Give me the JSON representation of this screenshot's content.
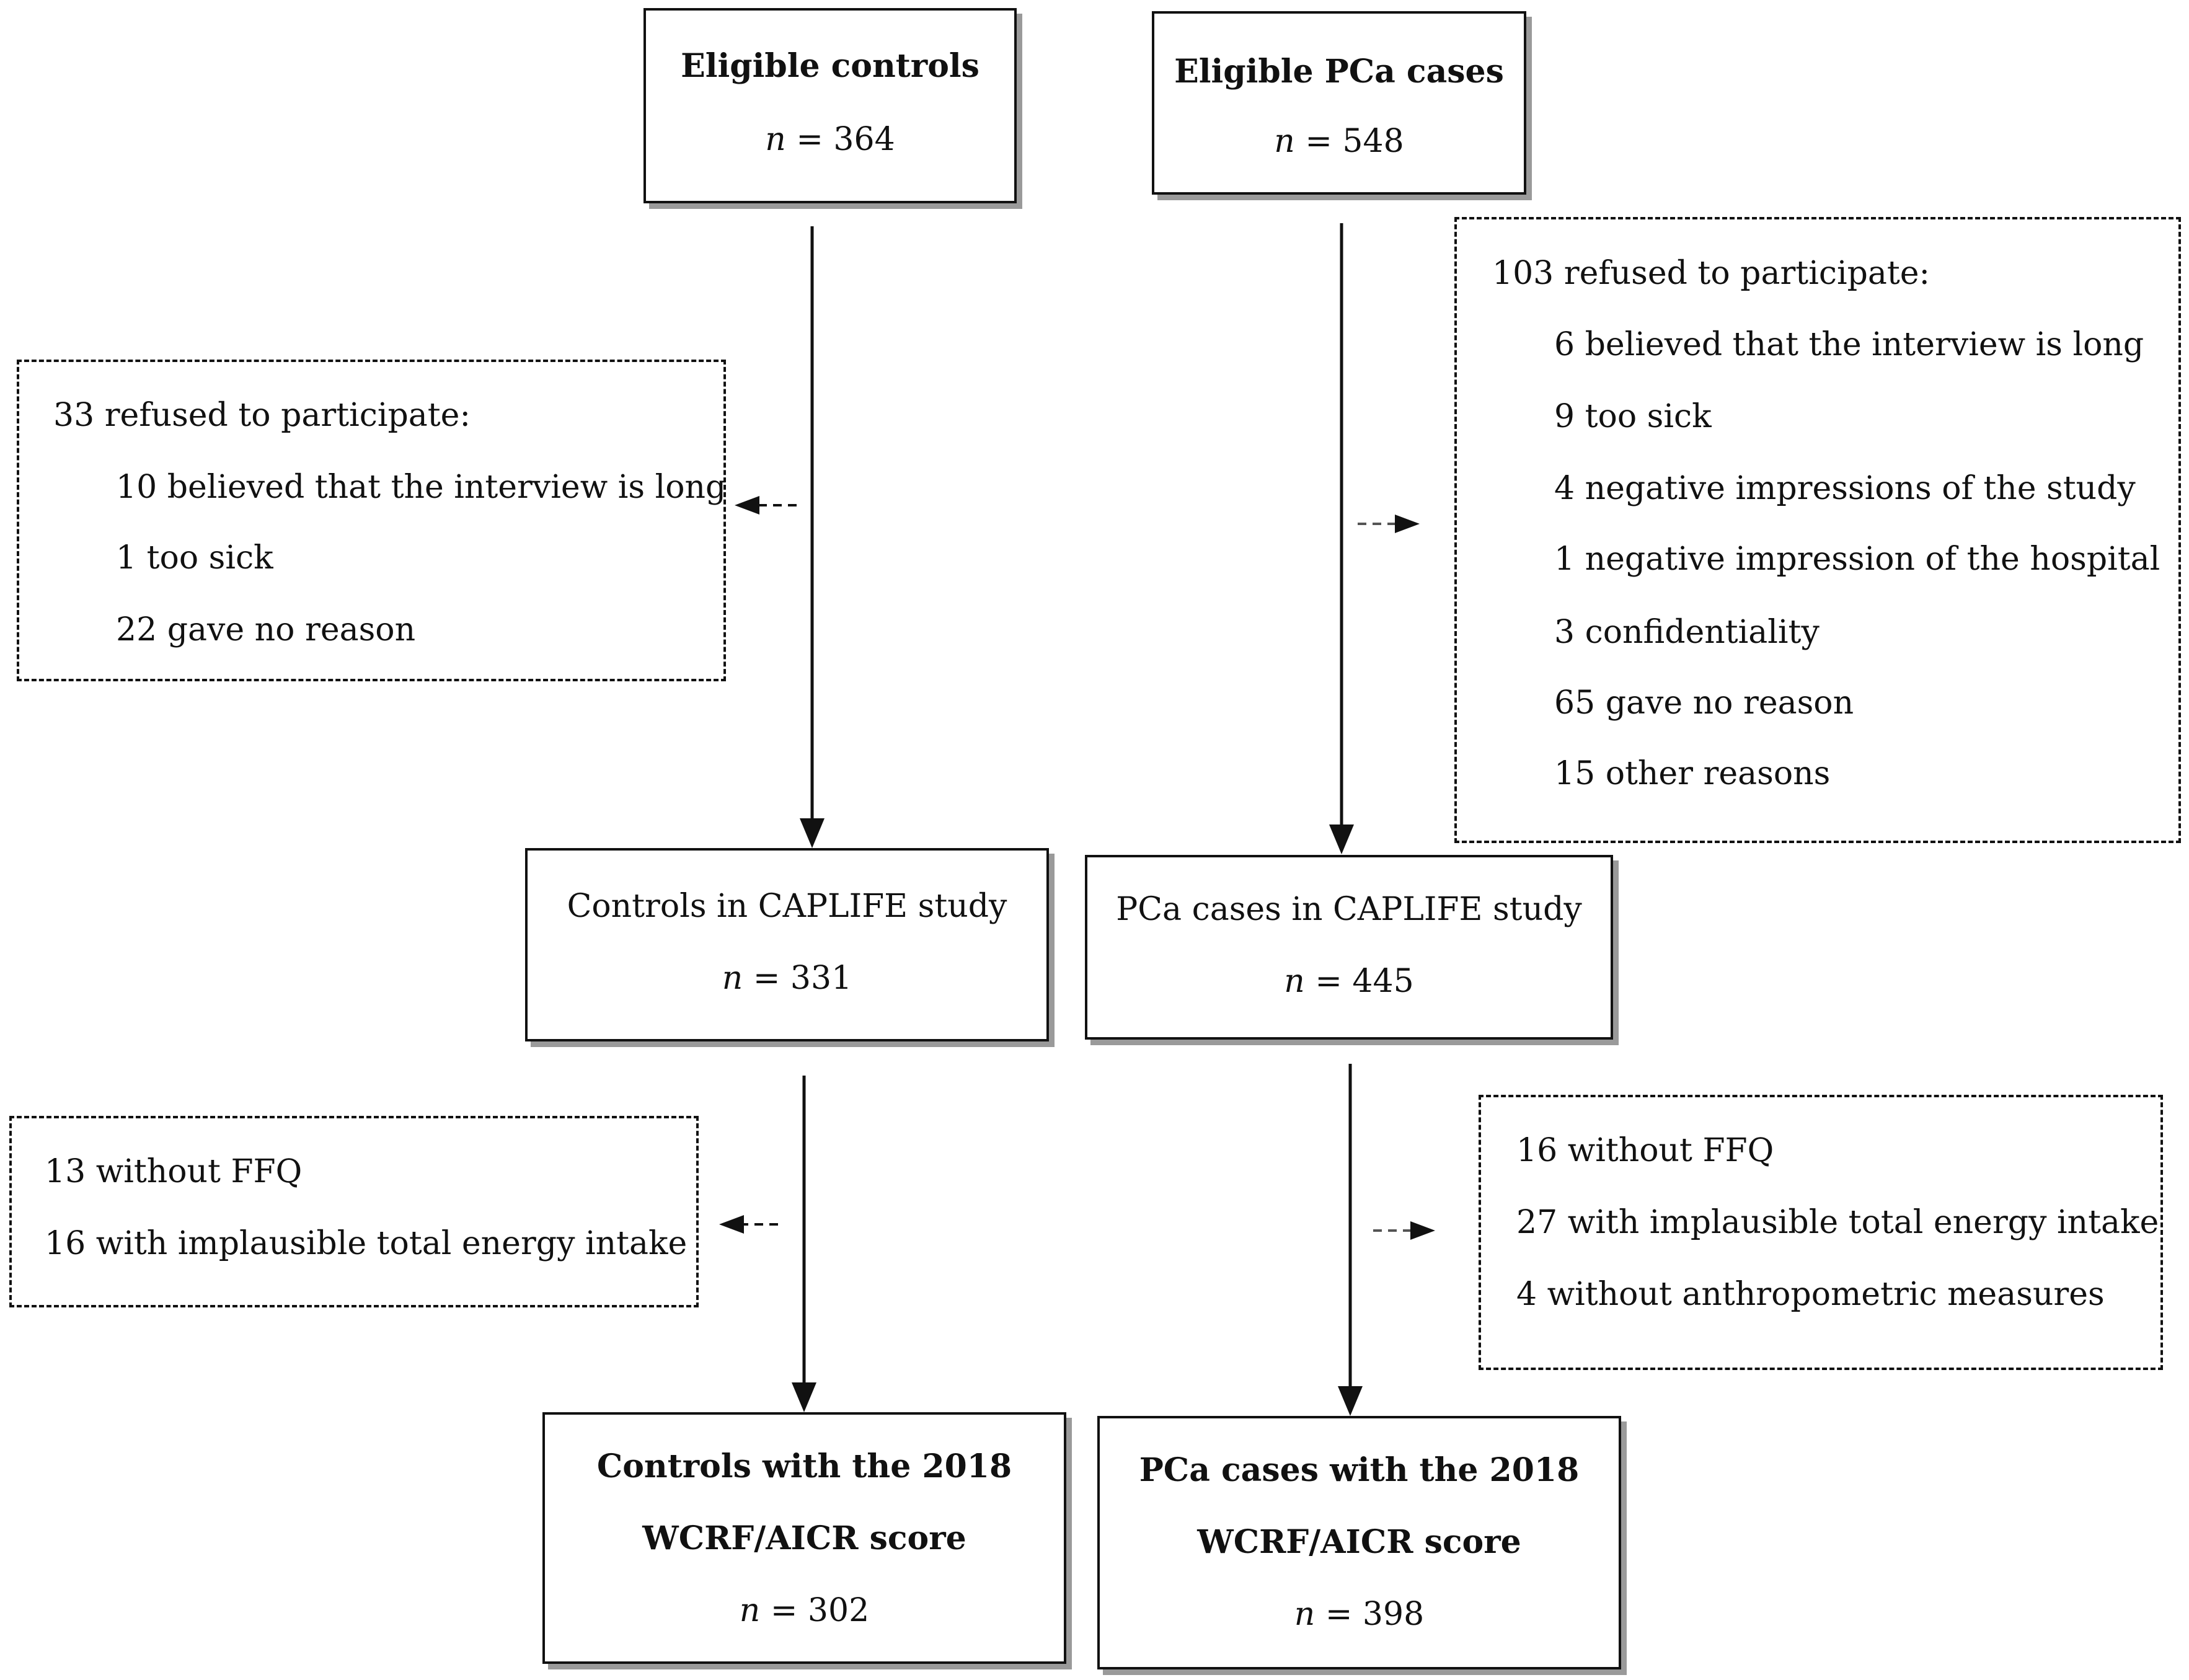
{
  "boxes": {
    "eligible_controls": {
      "title": "Eligible controls",
      "n_prefix": "n",
      "n_value": "= 364"
    },
    "eligible_cases": {
      "title": "Eligible PCa cases",
      "n_prefix": "n",
      "n_value": "= 548"
    },
    "controls_caplife": {
      "title": "Controls in CAPLIFE study",
      "n_prefix": "n",
      "n_value": "= 331"
    },
    "cases_caplife": {
      "title": "PCa cases in CAPLIFE study",
      "n_prefix": "n",
      "n_value": "= 445"
    },
    "controls_final": {
      "title_1": "Controls with the 2018",
      "title_2": "WCRF/AICR score",
      "n_prefix": "n",
      "n_value": "= 302"
    },
    "cases_final": {
      "title_1": "PCa cases with the 2018",
      "title_2": "WCRF/AICR score",
      "n_prefix": "n",
      "n_value": "= 398"
    }
  },
  "exclusions": {
    "controls_refused": {
      "header": "33 refused to participate:",
      "items": [
        "10 believed that the interview is long",
        "1 too sick",
        "22 gave no reason"
      ]
    },
    "cases_refused": {
      "header": "103 refused to participate:",
      "items": [
        "6 believed that the interview is long",
        "9 too sick",
        "4 negative impressions of the study",
        "1 negative impression of the hospital",
        "3 confidentiality",
        "65 gave no reason",
        "15 other reasons"
      ]
    },
    "controls_excluded": {
      "items": [
        "13 without FFQ",
        "16 with implausible total energy intake"
      ]
    },
    "cases_excluded": {
      "items": [
        "16 without FFQ",
        "27 with implausible total energy intake",
        "4 without anthropometric measures"
      ]
    }
  }
}
